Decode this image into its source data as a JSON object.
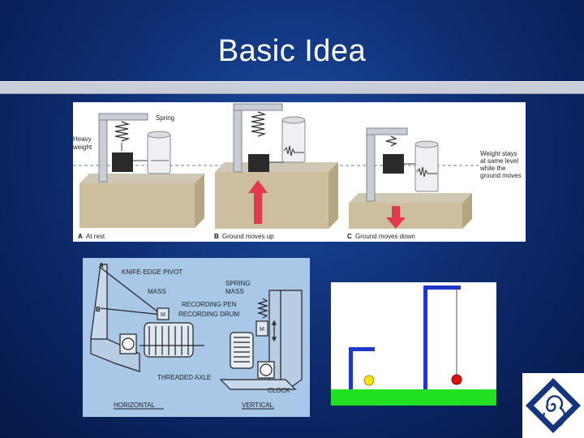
{
  "slide": {
    "title": "Basic Idea"
  },
  "top_figure": {
    "label_spring": "Spring",
    "label_heavy_weight_1": "Heavy",
    "label_heavy_weight_2": "weight",
    "label_weight_stays_1": "Weight stays",
    "label_weight_stays_2": "at same level",
    "label_weight_stays_3": "while the",
    "label_weight_stays_4": "ground moves",
    "caption_a_letter": "A",
    "caption_a": "At rest",
    "caption_b_letter": "B",
    "caption_b": "Ground moves up",
    "caption_c_letter": "C",
    "caption_c": "Ground moves down"
  },
  "bottom_left_figure": {
    "label_a": "A",
    "label_b": "B",
    "label_knife_edge_pivot": "KNIFE-EDGE PIVOT",
    "label_mass_left": "MASS",
    "label_recording_pen": "RECORDING PEN",
    "label_recording_drum": "RECORDING DRUM",
    "label_spring": "SPRING",
    "label_mass_right": "MASS",
    "label_m_left": "M",
    "label_m_right": "M",
    "label_threaded_axle": "THREADED AXLE",
    "label_clock": "CLOCK",
    "label_horizontal": "HORIZONTAL",
    "label_vertical": "VERTICAL"
  },
  "colors": {
    "frame_blue": "#1f38c8",
    "ground_green": "#22e022",
    "pendulum_red": "#e01010",
    "ball_yellow": "#f2e21a"
  }
}
